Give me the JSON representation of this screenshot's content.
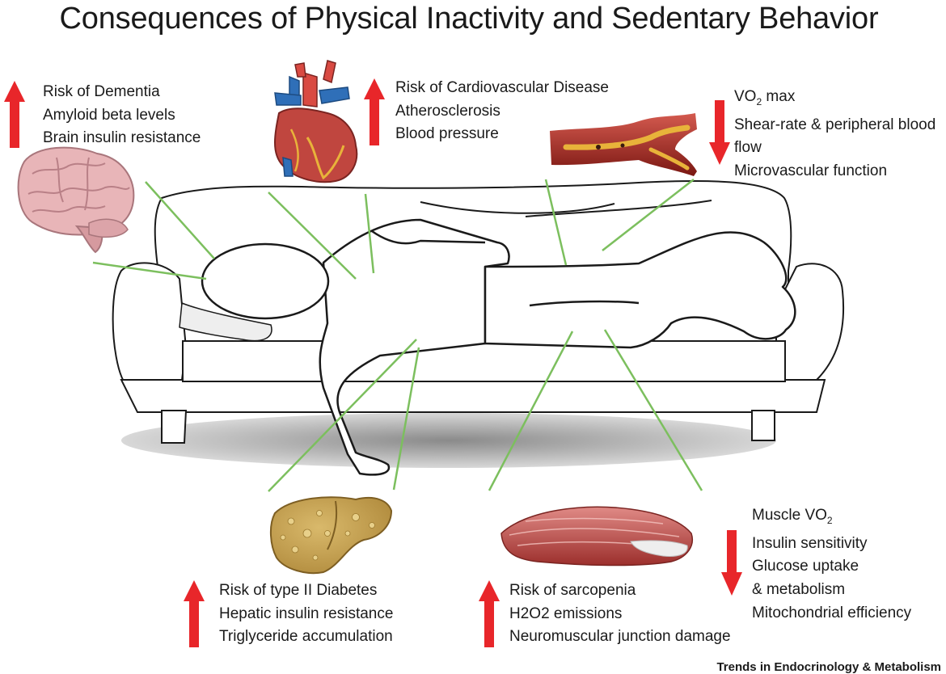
{
  "title": "Consequences of Physical Inactivity and Sedentary Behavior",
  "source": "Trends in Endocrinology & Metabolism",
  "colors": {
    "arrow": "#e8262a",
    "connector": "#7cbf5e",
    "outline": "#1a1a1a",
    "shadow": "#9e9e9e"
  },
  "groups": [
    {
      "id": "brain",
      "organ_icon": "brain-icon",
      "direction": "up",
      "lines": [
        "Risk of Dementia",
        "Amyloid beta levels",
        "Brain insulin resistance"
      ]
    },
    {
      "id": "heart",
      "organ_icon": "heart-icon",
      "direction": "up",
      "lines": [
        "Risk of Cardiovascular Disease",
        "Atherosclerosis",
        "Blood pressure"
      ]
    },
    {
      "id": "vessel",
      "organ_icon": "blood-vessel-icon",
      "direction": "down",
      "lines": [
        {
          "main": "VO",
          "sub": "2",
          "rest": " max"
        },
        "Shear-rate & peripheral blood",
        "flow",
        "Microvascular function"
      ]
    },
    {
      "id": "liver",
      "organ_icon": "liver-icon",
      "direction": "up",
      "lines": [
        "Risk of type II Diabetes",
        "Hepatic insulin resistance",
        "Triglyceride accumulation"
      ]
    },
    {
      "id": "muscle-risk",
      "organ_icon": "muscle-icon",
      "direction": "up",
      "lines": [
        "Risk of sarcopenia",
        "H2O2 emissions",
        "Neuromuscular junction damage"
      ]
    },
    {
      "id": "muscle-function",
      "organ_icon": "muscle-icon",
      "direction": "down",
      "lines": [
        {
          "main": "Muscle VO",
          "sub": "2",
          "rest": ""
        },
        "Insulin sensitivity",
        "Glucose uptake",
        "& metabolism",
        "Mitochondrial efficiency"
      ]
    }
  ]
}
